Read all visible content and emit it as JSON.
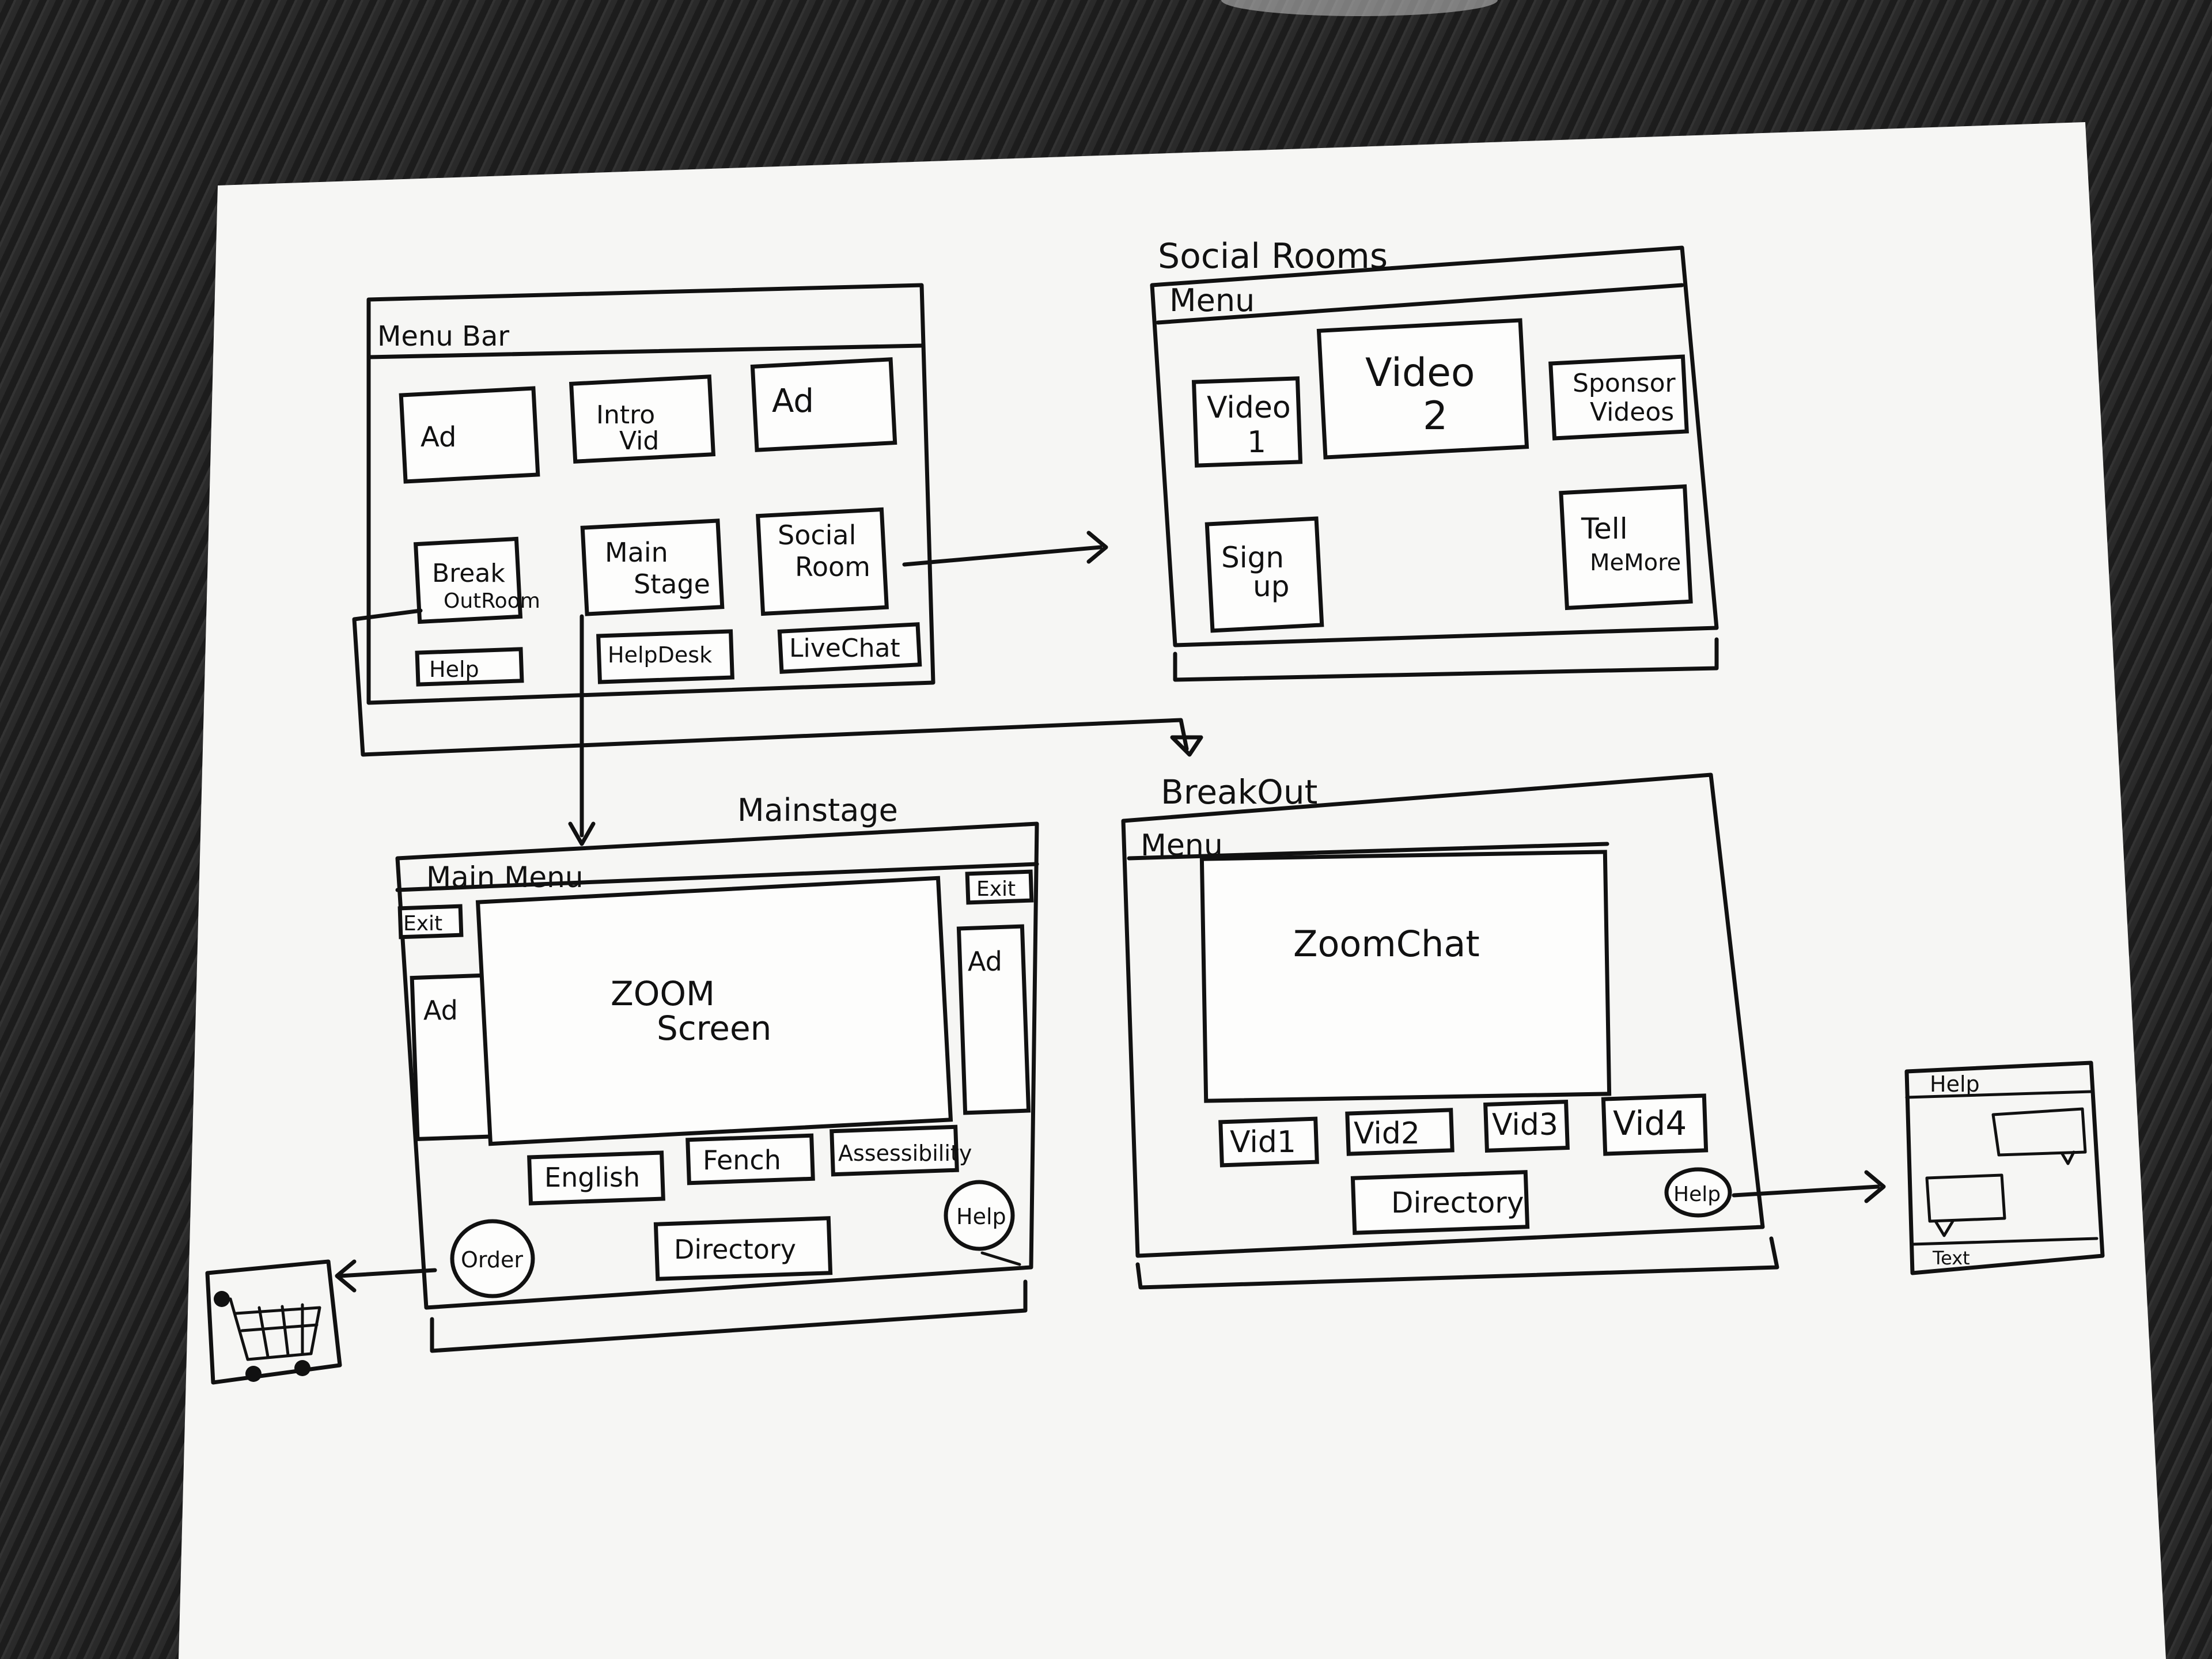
{
  "menu_bar_screen": {
    "header": "Menu Bar",
    "ad_left": "Ad",
    "intro_vid": [
      "Intro",
      "Vid"
    ],
    "ad_right": "Ad",
    "breakout_room": [
      "Break",
      "OutRoom"
    ],
    "main_stage": [
      "Main",
      "Stage"
    ],
    "social_room": [
      "Social",
      "Room"
    ],
    "help": "Help",
    "help_desk": "HelpDesk",
    "live_chat": "LiveChat"
  },
  "social_rooms_screen": {
    "title": "Social Rooms",
    "header": "Menu",
    "video1": [
      "Video",
      "1"
    ],
    "video2": [
      "Video",
      "2"
    ],
    "sponsor_videos": [
      "Sponsor",
      "Videos"
    ],
    "sign_up": [
      "Sign",
      "up"
    ],
    "tell_me_more": [
      "Tell",
      "MeMore"
    ]
  },
  "mainstage_screen": {
    "title": "Mainstage",
    "header": "Main Menu",
    "exit_right": "Exit",
    "exit_left": "Exit",
    "ad_left": "Ad",
    "ad_right": "Ad",
    "zoom_screen": [
      "ZOOM",
      "Screen"
    ],
    "english": "English",
    "french": "Fench",
    "accessibility": "Assessibility",
    "help": "Help",
    "order": "Order",
    "directory": "Directory"
  },
  "breakout_screen": {
    "title": "BreakOut",
    "header": "Menu",
    "zoom_chat": "ZoomChat",
    "vid1": "Vid1",
    "vid2": "Vid2",
    "vid3": "Vid3",
    "vid4": "Vid4",
    "directory": "Directory",
    "help": "Help"
  },
  "help_popup": {
    "header": "Help",
    "footer": "Text"
  }
}
